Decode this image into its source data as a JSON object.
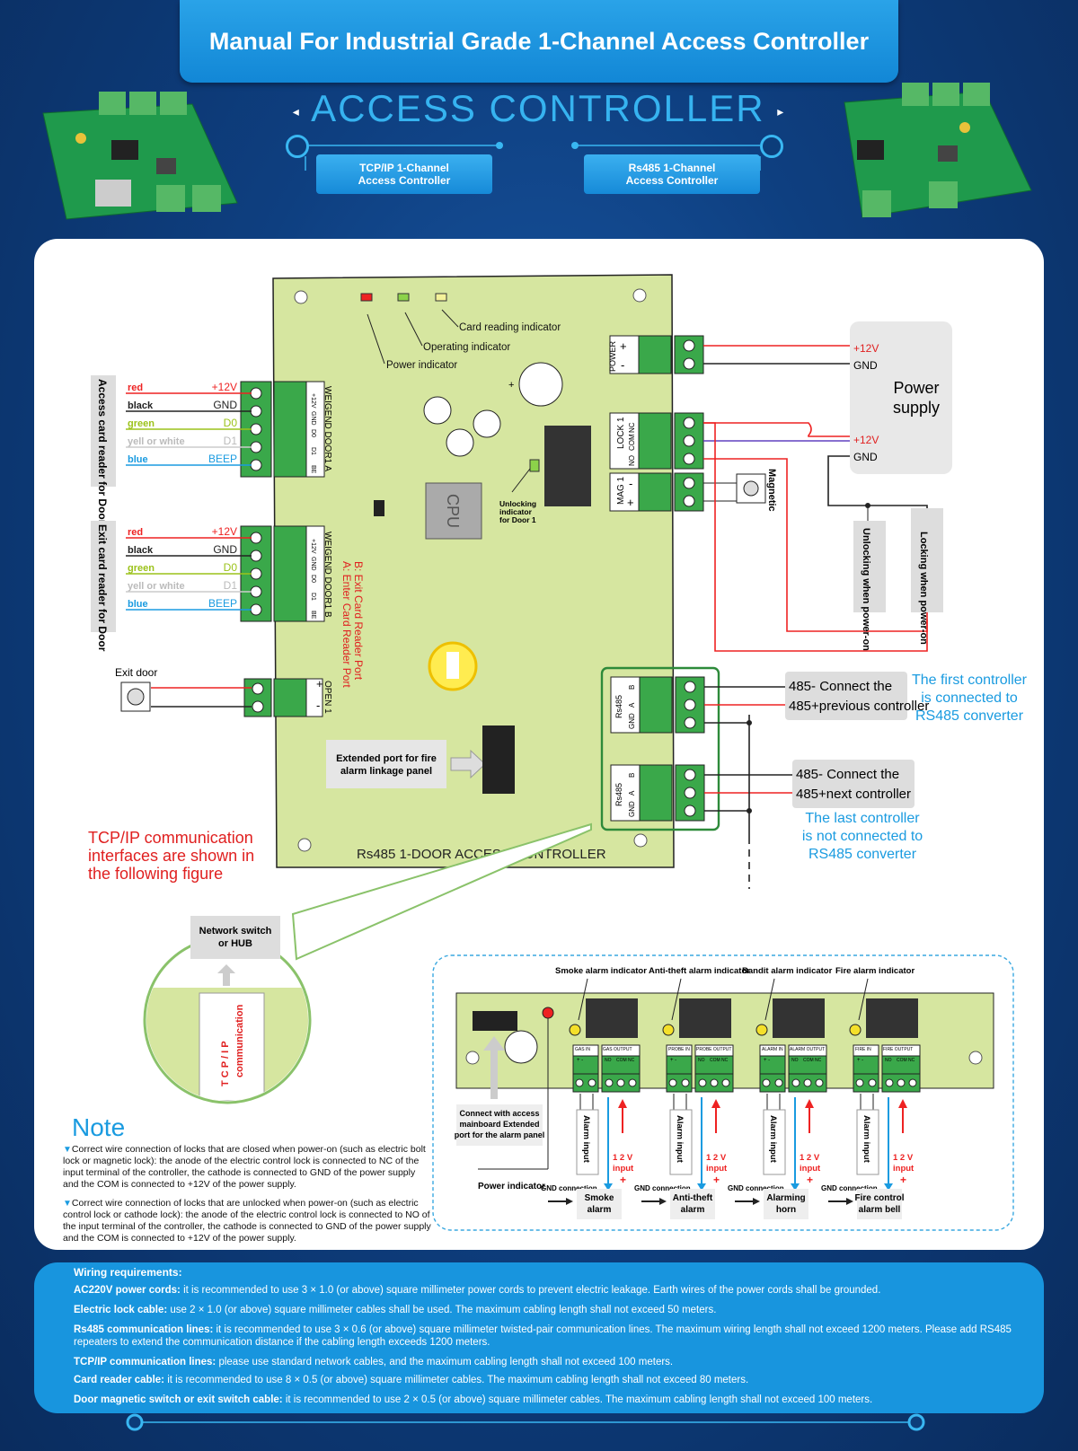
{
  "header": {
    "title": "Manual For Industrial Grade 1-Channel Access Controller",
    "subtitle": "ACCESS CONTROLLER",
    "tcp_line1": "TCP/IP 1-Channel",
    "tcp_line2": "Access Controller",
    "rs485_line1": "Rs485 1-Channel",
    "rs485_line2": "Access Controller"
  },
  "board": {
    "name": "Rs485 1-DOOR ACCESS CONTROLLER",
    "cpu": "CPU",
    "card_reading_indicator": "Card reading indicator",
    "operating_indicator": "Operating indicator",
    "power_indicator": "Power indicator",
    "unlocking_line1": "Unlocking",
    "unlocking_line2": "indicator",
    "unlocking_line3": "for Door 1",
    "extended_line1": "Extended port for fire",
    "extended_line2": "alarm linkage panel",
    "port_a": "A:  Enter Card Reader Port",
    "port_b": "B:  Exit Card Reader Port",
    "weigend_a": "WEIGEND DOOR1 A",
    "weigend_b": "WEIGEND DOOR1 B",
    "open1": "OPEN 1",
    "power": "POWER",
    "lock1": "LOCK 1",
    "mag1": "MAG 1",
    "rs485": "Rs485",
    "pin_labels": [
      "+12V",
      "GND",
      "D0",
      "D1",
      "BE"
    ],
    "lock_pins": [
      "NC",
      "COM",
      "NO"
    ],
    "rs_pins": [
      "B",
      "A",
      "GND"
    ],
    "plus": "+",
    "minus": "-"
  },
  "readers": {
    "access_reader": "Access card reader for Door",
    "exit_reader": "Exit card reader for Door",
    "wire_colors": [
      "red",
      "black",
      "green",
      "yell or white",
      "blue"
    ],
    "wire_signals": [
      "+12V",
      "GND",
      "D0",
      "D1",
      "BEEP"
    ],
    "exit_door": "Exit door"
  },
  "power_supply": {
    "title_line1": "Power",
    "title_line2": "supply",
    "v12": "+12V",
    "gnd": "GND",
    "magnetic": "Magnetic",
    "unlocking_when": "Unlocking when power-on",
    "locking_when": "Locking when power-on"
  },
  "rs485_conn": {
    "prev_line1": "485- Connect the",
    "prev_line2": "485+previous controller",
    "next_line1": "485- Connect the",
    "next_line2": "485+next controller",
    "first_line1": "The first controller",
    "first_line2": "is connected to",
    "first_line3": "RS485 converter",
    "last_line1": "The last controller",
    "last_line2": "is not connected to",
    "last_line3": "RS485 converter"
  },
  "tcp_section": {
    "line1": "TCP/IP communication",
    "line2": "interfaces are shown in",
    "line3": "the following figure",
    "switch_line1": "Network switch",
    "switch_line2": "or HUB",
    "cable_tcp": "T C P / I P",
    "cable_comm": "communication"
  },
  "alarm_panel": {
    "indicators": [
      "Smoke alarm indicator",
      "Anti-theft alarm indicator",
      "Bandit alarm indicator",
      "Fire alarm indicator"
    ],
    "inputs": [
      "GAS IN",
      "PROBE IN",
      "ALARM IN",
      "FIRE IN"
    ],
    "outputs": [
      "GAS OUTPUT",
      "PROBE OUTPUT",
      "ALARM OUTPUT",
      "FIRE OUTPUT"
    ],
    "out_pins": [
      "NO",
      "COM",
      "NC"
    ],
    "alarm_input": "Alarm input",
    "v12_input_line1": "1 2 V",
    "v12_input_line2": "input",
    "gnd_connection": "GND connection",
    "devices": [
      [
        "Smoke",
        "alarm"
      ],
      [
        "Anti-theft",
        "alarm"
      ],
      [
        "Alarming",
        "horn"
      ],
      [
        "Fire control",
        "alarm bell"
      ]
    ],
    "connect_line1": "Connect with access",
    "connect_line2": "mainboard Extended",
    "connect_line3": "port for the alarm panel",
    "power_indicator": "Power indicator",
    "plus_minus": "+ -"
  },
  "note": {
    "title": "Note",
    "item1": "Correct wire connection of locks that are closed when power-on (such as electric bolt lock or magnetic lock): the anode of the electric control lock is connected to NC of the input terminal of the controller, the cathode is connected to GND of the power supply and the COM is connected to +12V of the power supply.",
    "item2": "Correct wire connection of locks that are unlocked when power-on (such as electric control lock or cathode lock): the anode of the electric control lock is connected to NO of the input terminal of the controller, the cathode is connected to GND of the power supply and the COM is connected to +12V of the power supply."
  },
  "wiring": {
    "title": "Wiring requirements:",
    "items": [
      {
        "label": "AC220V power cords:",
        "text": " it is recommended to use 3 × 1.0 (or above) square millimeter power cords to prevent electric leakage. Earth wires of the power cords shall be grounded."
      },
      {
        "label": "Electric lock cable:",
        "text": " use 2 × 1.0 (or above) square millimeter cables shall be used. The maximum cabling length shall not exceed 50 meters."
      },
      {
        "label": "Rs485 communication lines:",
        "text": " it is recommended to use 3 × 0.6 (or above) square millimeter twisted-pair communication lines. The maximum wiring length shall not exceed 1200 meters. Please add RS485 repeaters to extend the communication distance if the cabling length exceeds 1200 meters."
      },
      {
        "label": "TCP/IP communication lines:",
        "text": " please use standard network cables, and the maximum cabling length shall not exceed 100 meters."
      },
      {
        "label": "Card reader cable:",
        "text": " it is recommended to use 8 × 0.5 (or above) square millimeter cables. The maximum cabling length shall not exceed 80 meters."
      },
      {
        "label": "Door magnetic switch or exit switch cable:",
        "text": " it is recommended to use 2 × 0.5 (or above) square millimeter cables. The maximum cabling length shall not exceed 100 meters."
      }
    ]
  },
  "colors": {
    "board": "#d6e6a0",
    "terminal": "#3aa84a",
    "accent": "#1a9be0",
    "red": "#e02020"
  }
}
